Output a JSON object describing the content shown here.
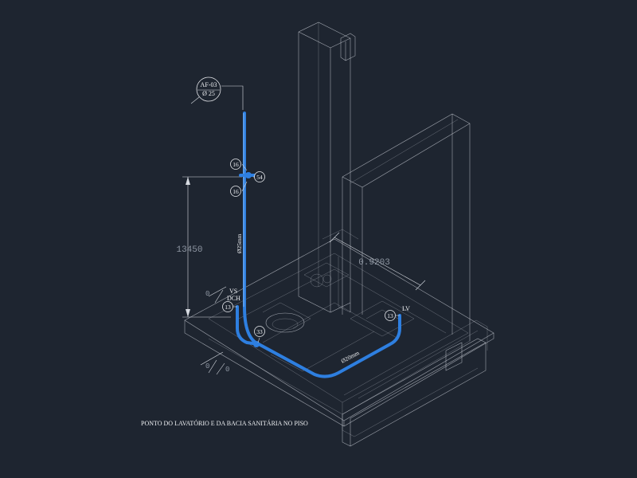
{
  "tag": {
    "line1": "AF-03",
    "line2": "Ø 25"
  },
  "fittings": {
    "f16_top": "16",
    "f16_bottom": "16",
    "f54": "54",
    "f13_left": "13",
    "f33": "33",
    "f13_right": "13"
  },
  "dimensions": {
    "height": "13450",
    "width": "0.9203",
    "small_a": "0",
    "small_b": "0",
    "small_c": "0"
  },
  "pipe_labels": {
    "riser": "Ø25mm",
    "floor": "Ø20mm"
  },
  "points": {
    "vs": "VS",
    "dch": "DCH",
    "lv": "LV"
  },
  "caption": "PONTO DO LAVATÓRIO E DA BACIA SANITÁRIA NO PISO",
  "colors": {
    "background": "#1e2530",
    "pipe": "#2e7fe0",
    "lines": "#c9ced6"
  }
}
